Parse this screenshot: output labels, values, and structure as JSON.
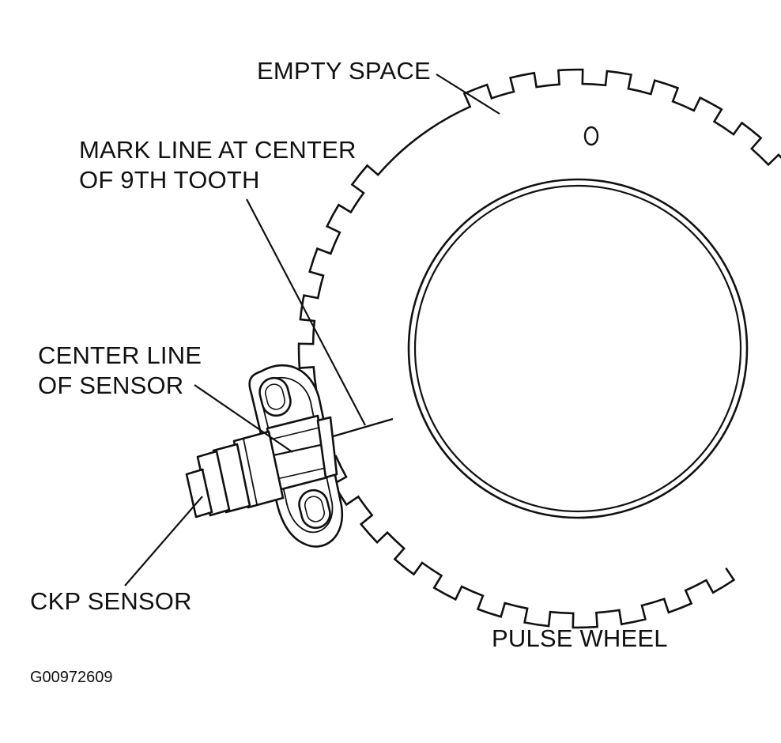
{
  "labels": {
    "empty_space": "EMPTY SPACE",
    "mark_line_1": "MARK LINE AT CENTER",
    "mark_line_2": "OF 9TH TOOTH",
    "center_line_1": "CENTER LINE",
    "center_line_2": "OF SENSOR",
    "ckp_sensor": "CKP SENSOR",
    "pulse_wheel": "PULSE WHEEL"
  },
  "figure_id": "G00972609",
  "colors": {
    "line": "#111111",
    "background": "#ffffff"
  }
}
